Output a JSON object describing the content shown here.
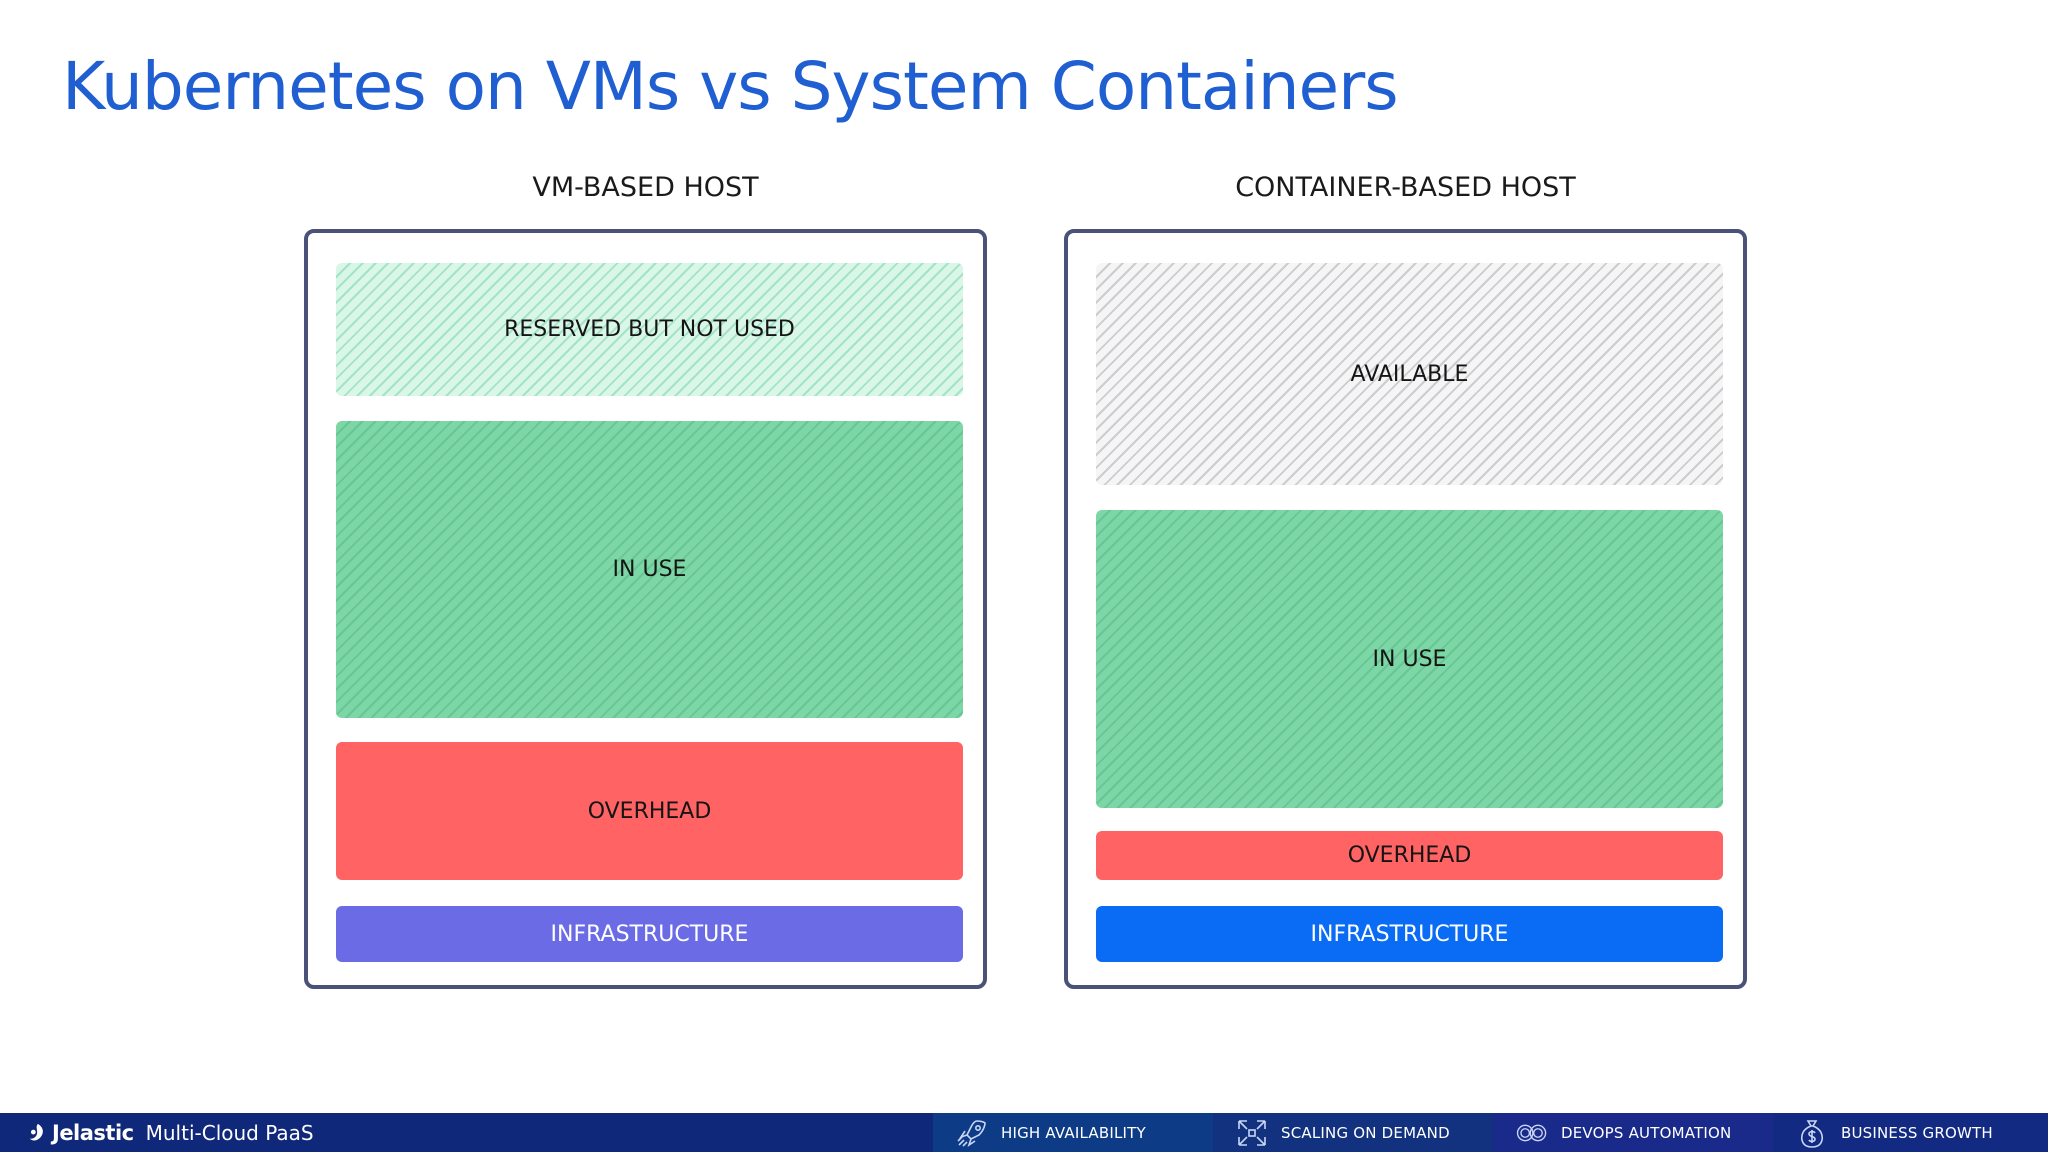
{
  "title": "Kubernetes on VMs vs System Containers",
  "vm_host": {
    "label": "VM-BASED HOST",
    "blocks": {
      "reserved": "RESERVED BUT NOT USED",
      "in_use": "IN USE",
      "overhead": "OVERHEAD",
      "infrastructure": "INFRASTRUCTURE"
    }
  },
  "container_host": {
    "label": "CONTAINER-BASED HOST",
    "blocks": {
      "available": "AVAILABLE",
      "in_use": "IN USE",
      "overhead": "OVERHEAD",
      "infrastructure": "INFRASTRUCTURE"
    }
  },
  "footer": {
    "brand": "Jelastic",
    "tagline": "Multi-Cloud PaaS",
    "features": [
      {
        "label": "HIGH AVAILABILITY",
        "icon": "rocket-icon"
      },
      {
        "label": "SCALING ON DEMAND",
        "icon": "scaling-arrows-icon"
      },
      {
        "label": "DEVOPS AUTOMATION",
        "icon": "infinity-icon"
      },
      {
        "label": "BUSINESS GROWTH",
        "icon": "money-bag-icon"
      }
    ]
  },
  "colors": {
    "title": "#1f5fd1",
    "in_use": "#7dd6a6",
    "reserved": "#d9f6e8",
    "available": "#f5f5f6",
    "overhead": "#ff6363",
    "vm_infrastructure": "#6b6be6",
    "container_infrastructure": "#0a6cf5",
    "footer": "#10287a"
  }
}
